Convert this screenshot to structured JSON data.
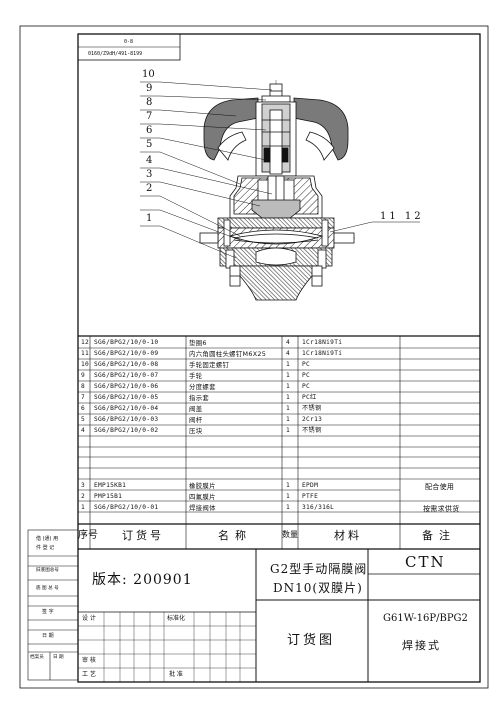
{
  "top_code_line1": "0-8",
  "top_code_line2": "0160/Z9dH/491-8199",
  "balloons": [
    "10",
    "9",
    "8",
    "7",
    "6",
    "5",
    "4",
    "3",
    "2",
    "1"
  ],
  "balloon_right": "11 12",
  "bom": {
    "rows": [
      {
        "no": "12",
        "code": "SG6/BPG2/10/0-10",
        "name": "垫圈6",
        "qty": "4",
        "material": "1Cr18Ni9Ti",
        "note": ""
      },
      {
        "no": "11",
        "code": "SG6/BPG2/10/0-09",
        "name": "内六角圆柱头螺钉M6X25",
        "qty": "4",
        "material": "1Cr18Ni9Ti",
        "note": ""
      },
      {
        "no": "10",
        "code": "SG6/BPG2/10/0-08",
        "name": "手轮固定螺钉",
        "qty": "1",
        "material": "PC",
        "note": ""
      },
      {
        "no": "9",
        "code": "SG6/BPG2/10/0-07",
        "name": "手轮",
        "qty": "1",
        "material": "PC",
        "note": ""
      },
      {
        "no": "8",
        "code": "SG6/BPG2/10/0-06",
        "name": "分度螺套",
        "qty": "1",
        "material": "PC",
        "note": ""
      },
      {
        "no": "7",
        "code": "SG6/BPG2/10/0-05",
        "name": "指示套",
        "qty": "1",
        "material": "PC红",
        "note": ""
      },
      {
        "no": "6",
        "code": "SG6/BPG2/10/0-04",
        "name": "阀盖",
        "qty": "1",
        "material": "不锈钢",
        "note": ""
      },
      {
        "no": "5",
        "code": "SG6/BPG2/10/0-03",
        "name": "阀杆",
        "qty": "1",
        "material": "2Cr13",
        "note": ""
      },
      {
        "no": "4",
        "code": "SG6/BPG2/10/0-02",
        "name": "压块",
        "qty": "1",
        "material": "不锈钢",
        "note": ""
      },
      {
        "no": "3",
        "code": "EMP15KB1",
        "name": "橡胶膜片",
        "qty": "1",
        "material": "EPDM",
        "note": ""
      },
      {
        "no": "2",
        "code": "PMP15B1",
        "name": "四氟膜片",
        "qty": "1",
        "material": "PTFE",
        "note": ""
      },
      {
        "no": "1",
        "code": "SG6/BPG2/10/0-01",
        "name": "焊接阀体",
        "qty": "1",
        "material": "316/316L",
        "note": ""
      }
    ],
    "note_combined": "配合使用",
    "note_row1": "按需求供货",
    "header": {
      "no": "序号",
      "code": "订货号",
      "name": "名称",
      "qty": "数量",
      "material": "材料",
      "note": "备注"
    }
  },
  "title_block": {
    "version": "版本: 200901",
    "title_line1": "G2型手动隔膜阀",
    "title_line2": "DN10(双膜片)",
    "company": "CTN",
    "model_line1": "G61W-16P/BPG2",
    "model_line2": "焊接式",
    "order_drawing": "订货图",
    "design": "设 计",
    "standardize": "标准化",
    "review": "审 核",
    "process": "工 艺",
    "approve": "批 准"
  },
  "left_strip": {
    "used_on": "借 (通) 用",
    "parts": "件 登 记",
    "old_drawing_no": "旧底图总号",
    "base_drawing_no": "底 图 总 号",
    "sign": "签 字",
    "date": "日 期",
    "archive": "档案员",
    "date2": "日 期"
  }
}
